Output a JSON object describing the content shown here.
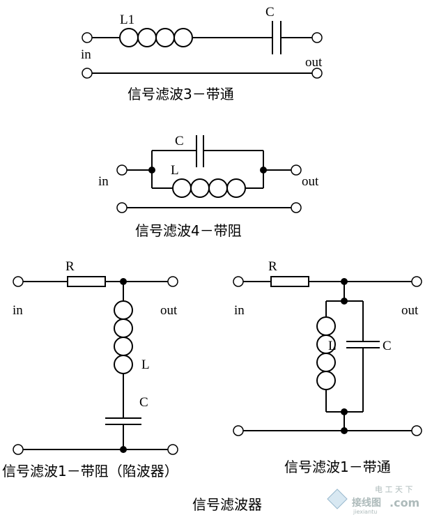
{
  "diagram": {
    "caption": "信号滤波器",
    "panels": [
      {
        "caption": "信号滤波3－带通",
        "inductor": "L1",
        "capacitor": "C",
        "input": "in",
        "output": "out"
      },
      {
        "caption": "信号滤波4－带阻",
        "inductor": "L",
        "capacitor": "C",
        "input": "in",
        "output": "out"
      },
      {
        "caption": "信号滤波1－带阻（陷波器）",
        "resistor": "R",
        "inductor": "L",
        "capacitor": "C",
        "input": "in",
        "output": "out"
      },
      {
        "caption": "信号滤波1－带通",
        "resistor": "R",
        "inductor": "L",
        "capacitor": "C",
        "input": "in",
        "output": "out"
      }
    ]
  },
  "watermark": {
    "line1": "电 工 天 下",
    "line2": "接线图",
    "line3": ".com",
    "line4": "jiexiantu"
  },
  "colors": {
    "line": "#000000",
    "background": "#ffffff"
  }
}
